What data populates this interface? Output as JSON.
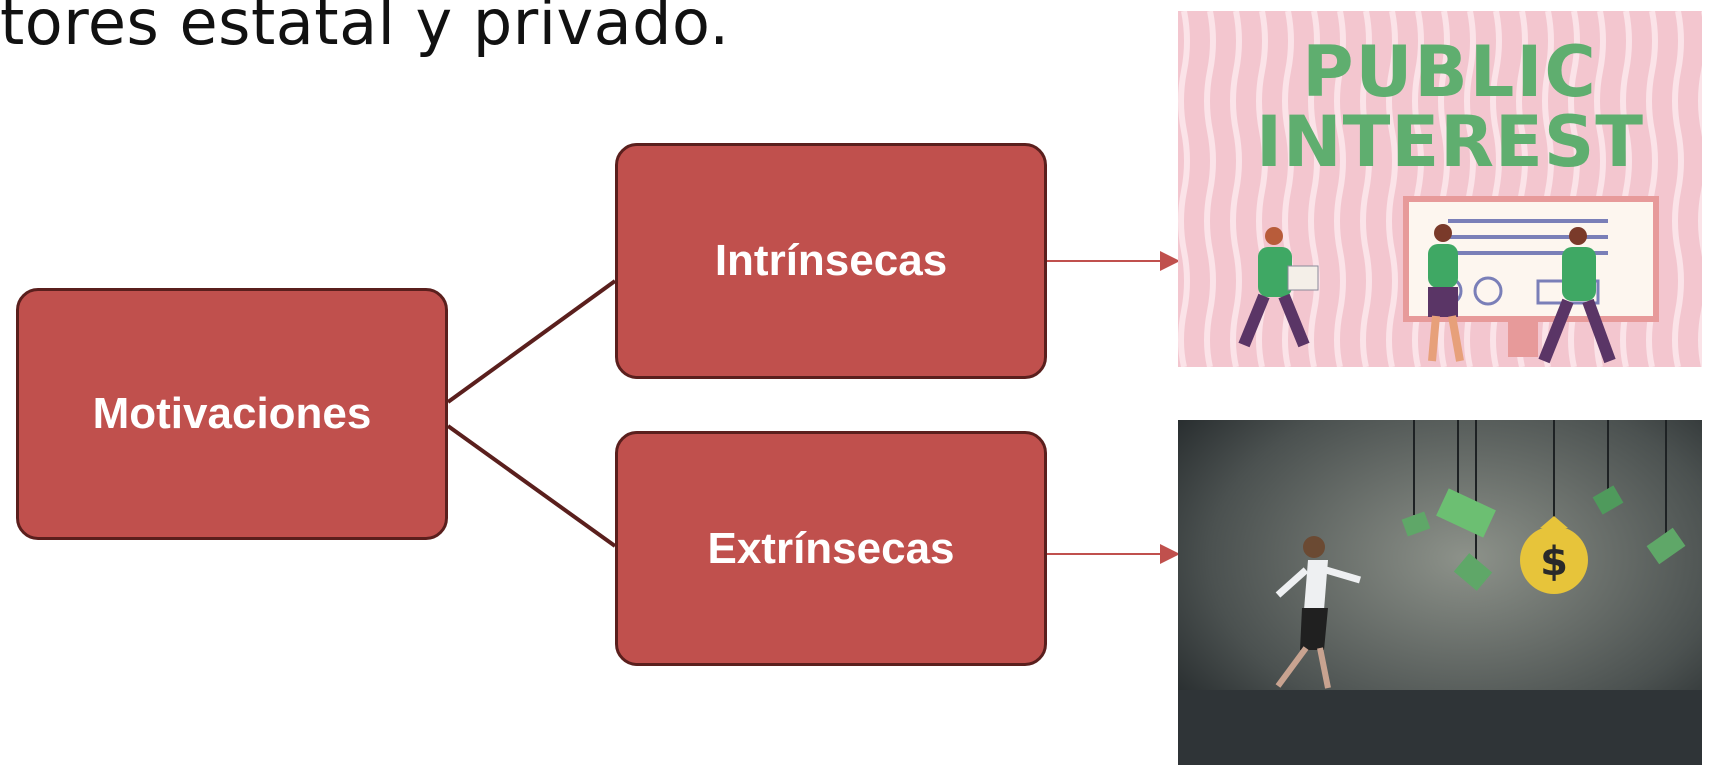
{
  "slide": {
    "title_fragment": "tores estatal y privado."
  },
  "diagram": {
    "root": "Motivaciones",
    "branches": [
      "Intrínsecas",
      "Extrínsecas"
    ]
  },
  "images": {
    "public_interest": {
      "line1": "PUBLIC",
      "line2": "INTEREST"
    },
    "money": {
      "symbol": "$"
    }
  },
  "colors": {
    "box_fill": "#c0504d",
    "box_border": "#5a1f1d",
    "arrow": "#c0504d",
    "connector": "#5a1f1d"
  }
}
